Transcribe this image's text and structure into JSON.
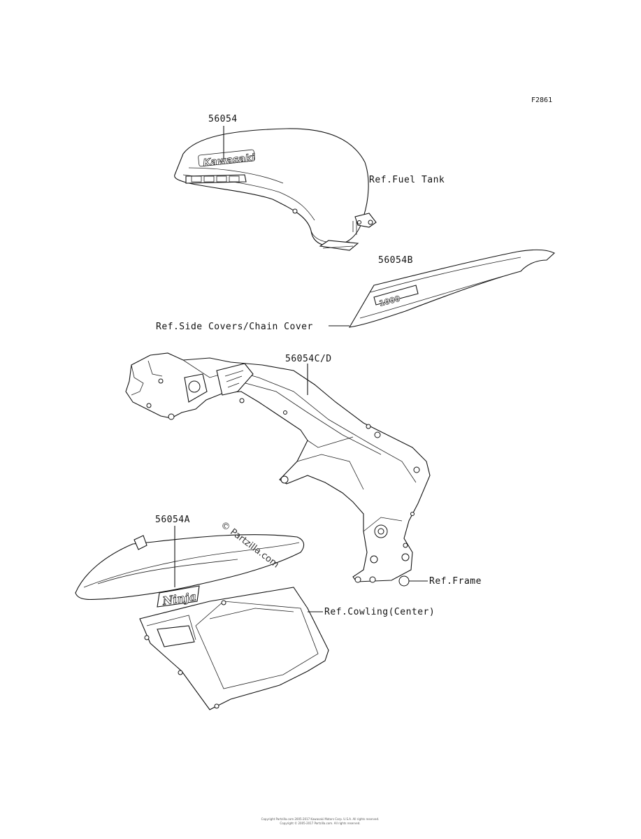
{
  "figure_code": "F2861",
  "watermark": "© Partzilla.com",
  "callouts": {
    "fuel_tank_decal": "56054",
    "side_cover_decal": "56054B",
    "frame_decal": "56054C/D",
    "cowling_decal": "56054A",
    "ref_fuel_tank": "Ref.Fuel Tank",
    "ref_side_covers": "Ref.Side Covers/Chain Cover",
    "ref_frame": "Ref.Frame",
    "ref_cowling": "Ref.Cowling(Center)"
  },
  "decal_logos": {
    "tank_logo": "Kawasaki",
    "side_cover_logo": "1000",
    "cowling_logo": "Ninja"
  },
  "footer": {
    "line1": "Copyright Partzilla.com 2005-2017 Kawasaki Motors Corp. U.S.A. All rights reserved.",
    "line2": "Copyright © 2005-2017 Partzilla.com. All rights reserved."
  }
}
